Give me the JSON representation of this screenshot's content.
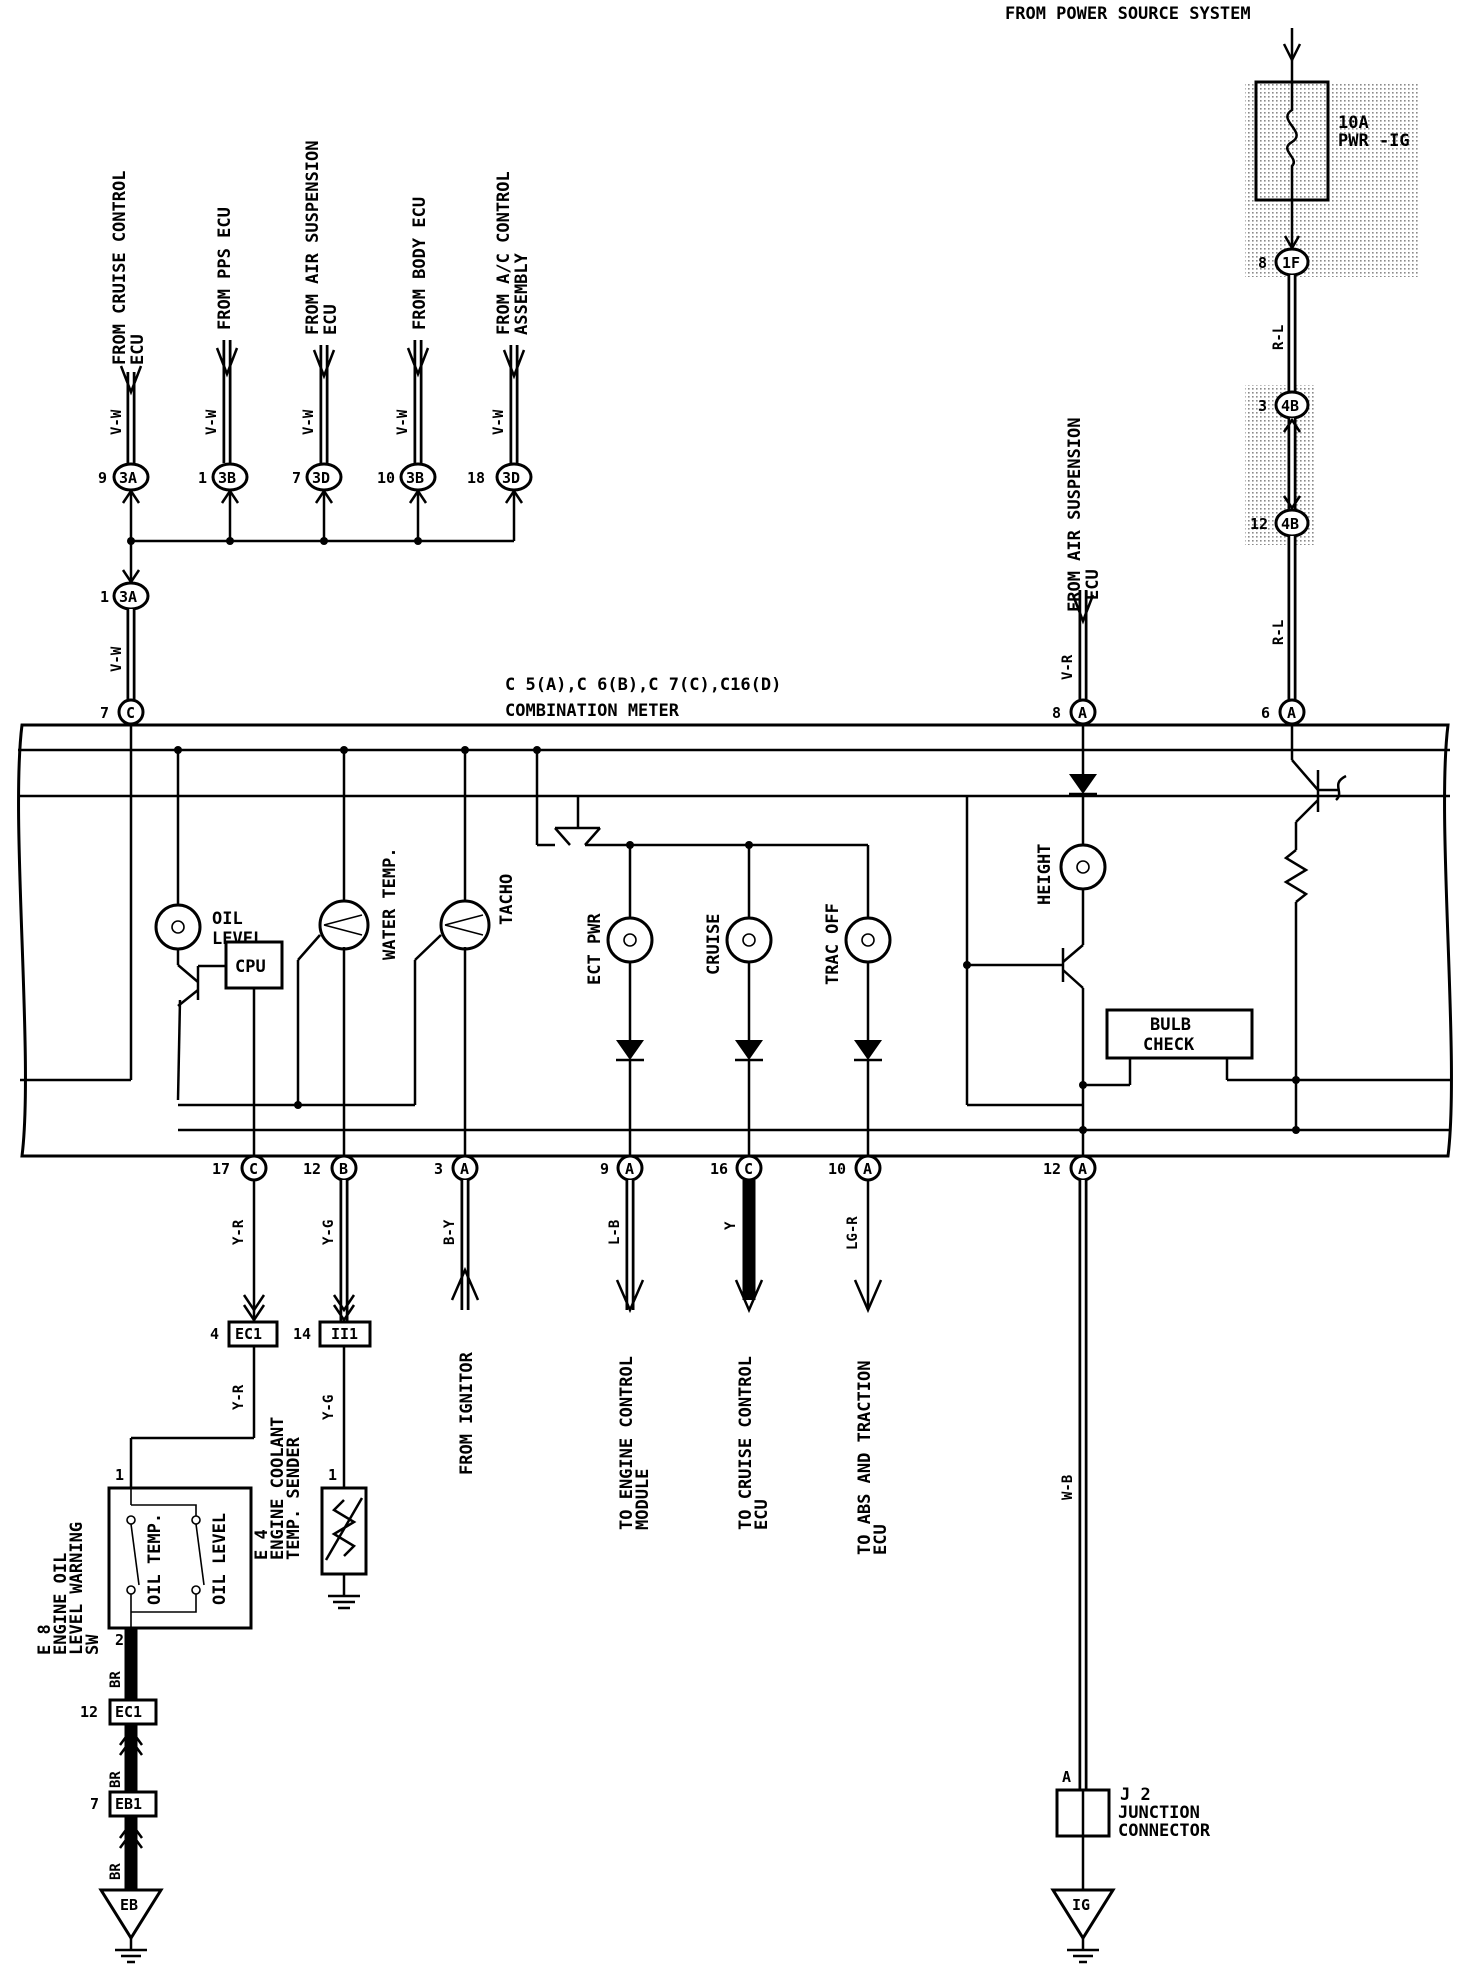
{
  "power": {
    "source_label": "FROM POWER SOURCE SYSTEM",
    "fuse_amp": "10A",
    "fuse_name": "PWR -IG"
  },
  "inputs": [
    {
      "line1": "FROM CRUISE CONTROL",
      "line2": "ECU",
      "wire": "V-W",
      "pin": "9",
      "conn": "3A"
    },
    {
      "line1": "FROM PPS ECU",
      "line2": "",
      "wire": "V-W",
      "pin": "1",
      "conn": "3B"
    },
    {
      "line1": "FROM AIR SUSPENSION",
      "line2": "ECU",
      "wire": "V-W",
      "pin": "7",
      "conn": "3D"
    },
    {
      "line1": "FROM BODY ECU",
      "line2": "",
      "wire": "V-W",
      "pin": "10",
      "conn": "3B"
    },
    {
      "line1": "FROM A/C CONTROL",
      "line2": "ASSEMBLY",
      "wire": "V-W",
      "pin": "18",
      "conn": "3D"
    }
  ],
  "splice": {
    "pin": "1",
    "conn": "3A",
    "wire": "V-W"
  },
  "air_susp_in": {
    "line1": "FROM AIR SUSPENSION",
    "line2": "ECU",
    "wire": "V-R"
  },
  "power_chain": [
    {
      "pin": "8",
      "conn": "1F"
    },
    {
      "wire": "R-L"
    },
    {
      "pin": "3",
      "conn": "4B"
    },
    {
      "pin": "12",
      "conn": "4B"
    },
    {
      "wire": "R-L"
    }
  ],
  "meter": {
    "connectors_line": "C 5(A),C 6(B),C 7(C),C16(D)",
    "title": "COMBINATION METER",
    "top_pins": [
      {
        "pin": "7",
        "conn": "C"
      },
      {
        "pin": "8",
        "conn": "A"
      },
      {
        "pin": "6",
        "conn": "A"
      }
    ],
    "bottom_pins": [
      {
        "pin": "17",
        "conn": "C",
        "wire": "Y-R"
      },
      {
        "pin": "12",
        "conn": "B",
        "wire": "Y-G"
      },
      {
        "pin": "3",
        "conn": "A",
        "wire": "B-Y"
      },
      {
        "pin": "9",
        "conn": "A",
        "wire": "L-B"
      },
      {
        "pin": "16",
        "conn": "C",
        "wire": "Y"
      },
      {
        "pin": "10",
        "conn": "A",
        "wire": "LG-R"
      },
      {
        "pin": "12",
        "conn": "A",
        "wire": "W-B"
      }
    ],
    "components": {
      "oil_level_1": "OIL",
      "oil_level_2": "LEVEL",
      "cpu": "CPU",
      "water_temp": "WATER TEMP.",
      "tacho": "TACHO",
      "ect_pwr": "ECT PWR",
      "cruise": "CRUISE",
      "trac_off": "TRAC OFF",
      "height": "HEIGHT",
      "bulb_check_1": "BULB",
      "bulb_check_2": "CHECK"
    }
  },
  "outputs": [
    {
      "line1": "FROM IGNITOR",
      "line2": ""
    },
    {
      "line1": "TO ENGINE CONTROL",
      "line2": "MODULE"
    },
    {
      "line1": "TO CRUISE CONTROL",
      "line2": "ECU"
    },
    {
      "line1": "TO ABS AND TRACTION",
      "line2": "ECU"
    }
  ],
  "lower": {
    "ec1_pin": "4",
    "ec1_conn": "EC1",
    "ec1_wire": "Y-R",
    "ii1_pin": "14",
    "ii1_conn": "II1",
    "ii1_wire": "Y-G",
    "oil_sw_pin1": "1",
    "oil_sw_pin2": "2",
    "oil_sw_temp": "OIL TEMP.",
    "oil_sw_level": "OIL LEVEL",
    "oil_sw_id": "E 8",
    "oil_sw_name_1": "ENGINE OIL",
    "oil_sw_name_2": "LEVEL WARNING",
    "oil_sw_name_3": "SW",
    "sender_pin": "1",
    "sender_id": "E 4",
    "sender_name_1": "ENGINE COOLANT",
    "sender_name_2": "TEMP. SENDER",
    "br_wire": "BR",
    "ec1b_pin": "12",
    "ec1b_conn": "EC1",
    "eb1_pin": "7",
    "eb1_conn": "EB1",
    "eb_ground": "EB",
    "wb_wire": "W-B",
    "j2_pin": "A",
    "j2_id": "J 2",
    "j2_name_1": "JUNCTION",
    "j2_name_2": "CONNECTOR",
    "ig_ground": "IG"
  }
}
